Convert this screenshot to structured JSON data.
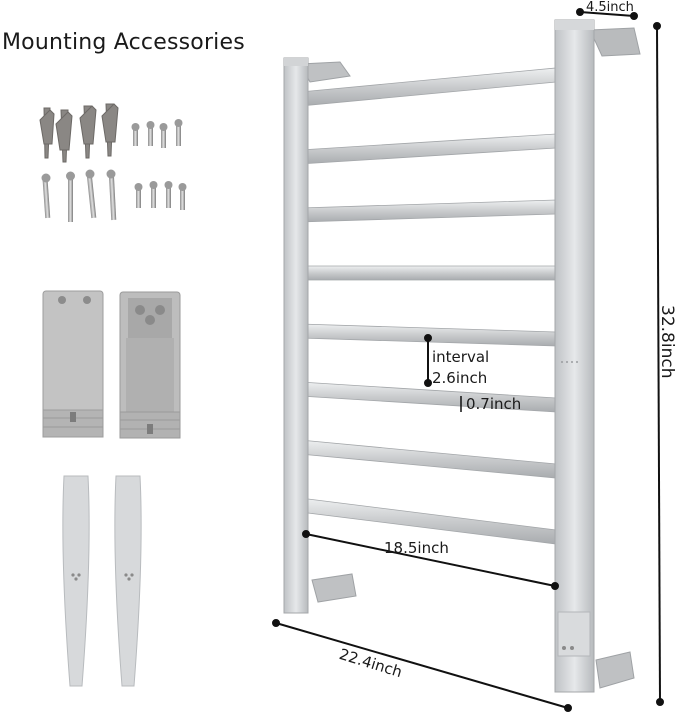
{
  "header": {
    "title": "Mounting Accessories"
  },
  "dimensions": {
    "depth": "4.5inch",
    "height": "32.8inch",
    "interval_label": "interval",
    "interval_value": "2.6inch",
    "bar_diameter": "0.7inch",
    "inner_width": "18.5inch",
    "overall_width": "22.4inch"
  },
  "product": {
    "bar_count": 8,
    "color": "#c9cbcd"
  }
}
